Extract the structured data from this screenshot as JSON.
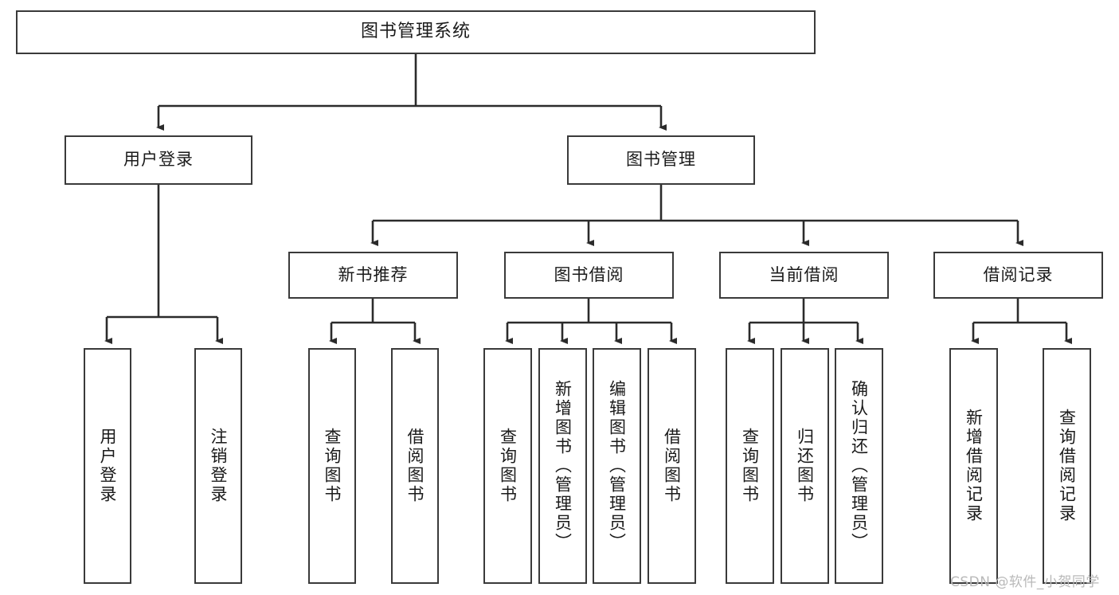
{
  "diagram": {
    "type": "tree",
    "title": "图书管理系统",
    "orientation": "top-down",
    "colors": {
      "node_border": "#3a3a3a",
      "node_fill": "#ffffff",
      "edge": "#2b2b2b",
      "text": "#1a1a1a",
      "watermark": "#b9b9b9",
      "background": "#ffffff"
    },
    "root": {
      "label": "图书管理系统"
    },
    "level2": [
      {
        "label": "用户登录"
      },
      {
        "label": "图书管理"
      }
    ],
    "level3": [
      {
        "label": "新书推荐"
      },
      {
        "label": "图书借阅"
      },
      {
        "label": "当前借阅"
      },
      {
        "label": "借阅记录"
      }
    ],
    "leaves": {
      "user_login": [
        {
          "label": "用户登录"
        },
        {
          "label": "注销登录"
        }
      ],
      "new_book_recommend": [
        {
          "label": "查询图书"
        },
        {
          "label": "借阅图书"
        }
      ],
      "book_borrow": [
        {
          "label": "查询图书"
        },
        {
          "label": "新增图书（管理员）"
        },
        {
          "label": "编辑图书（管理员）"
        },
        {
          "label": "借阅图书"
        }
      ],
      "current_borrow": [
        {
          "label": "查询图书"
        },
        {
          "label": "归还图书"
        },
        {
          "label": "确认归还（管理员）"
        }
      ],
      "borrow_record": [
        {
          "label": "新增借阅记录"
        },
        {
          "label": "查询借阅记录"
        }
      ]
    }
  },
  "watermark": {
    "text": "CSDN @软件_小贺同学"
  }
}
